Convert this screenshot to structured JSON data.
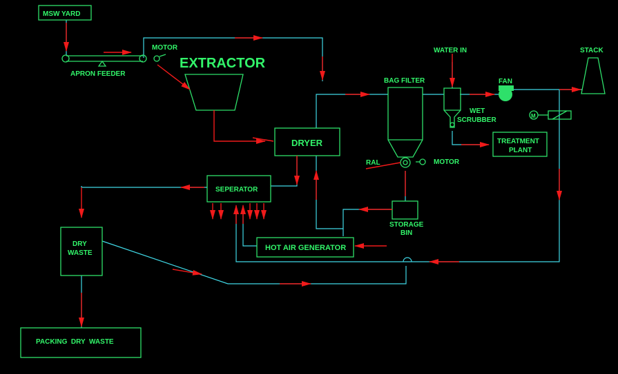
{
  "labels": {
    "msw_yard": "MSW YARD",
    "motor_top": "MOTOR",
    "apron_feeder": "APRON FEEDER",
    "extractor": "EXTRACTOR",
    "dryer": "DRYER",
    "seperator": "SEPERATOR",
    "dry_waste_1": "DRY",
    "dry_waste_2": "WASTE",
    "packing": "PACKING  DRY  WASTE",
    "hot_air_generator": "HOT AIR GENERATOR",
    "bag_filter": "BAG FILTER",
    "ral": "RAL",
    "motor_ral": "MOTOR",
    "storage_1": "STORAGE",
    "storage_2": "BIN",
    "water_in": "WATER IN",
    "wet_1": "WET",
    "wet_2": "SCRUBBER",
    "fan": "FAN",
    "treatment_1": "TREATMENT",
    "treatment_2": "PLANT",
    "stack": "STACK",
    "motor_m": "M"
  },
  "colors": {
    "background": "#000000",
    "text": "#32f56a",
    "equipment": "#2ee06a",
    "pipe": "#40d8e6",
    "flow_arrow": "#f01a1a"
  }
}
